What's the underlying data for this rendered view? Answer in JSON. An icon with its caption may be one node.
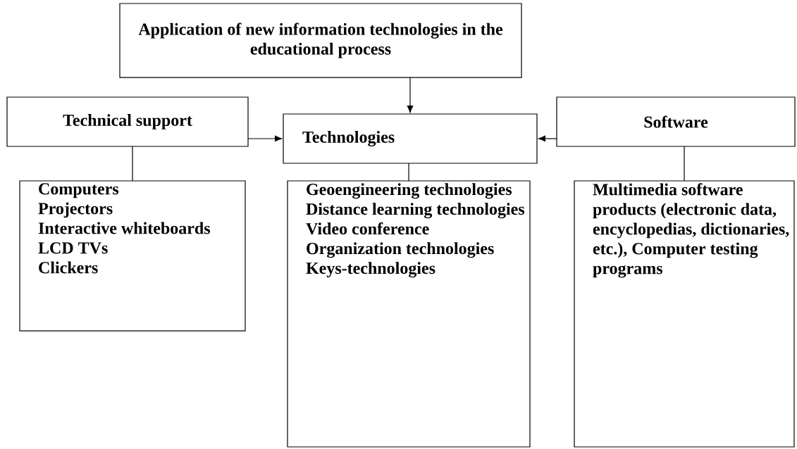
{
  "diagram": {
    "nodes": [
      {
        "text": [
          "Application of new information technologies in the educational process"
        ]
      },
      {
        "text": [
          "Technical support"
        ]
      },
      {
        "text": [
          "Technologies"
        ]
      },
      {
        "text": [
          "Software"
        ]
      },
      {
        "text": [
          "Computers",
          "Projectors",
          "Interactive whiteboards",
          "LCD TVs",
          "Clickers"
        ]
      },
      {
        "text": [
          "Geoengineering technologies",
          "Distance learning technologies",
          "Video conference",
          "Organization technologies",
          "Keys-technologies"
        ]
      },
      {
        "text": [
          "Multimedia software products (electronic data, encyclopedias, dictionaries, etc.), Computer testing programs"
        ]
      }
    ],
    "edges": [
      {
        "from": 0,
        "to": 2,
        "arrow": "to"
      },
      {
        "from": 1,
        "to": 2,
        "arrow": "to"
      },
      {
        "from": 3,
        "to": 2,
        "arrow": "to"
      },
      {
        "from": 1,
        "to": 4,
        "arrow": "none"
      },
      {
        "from": 2,
        "to": 5,
        "arrow": "none"
      },
      {
        "from": 3,
        "to": 6,
        "arrow": "none"
      }
    ]
  }
}
